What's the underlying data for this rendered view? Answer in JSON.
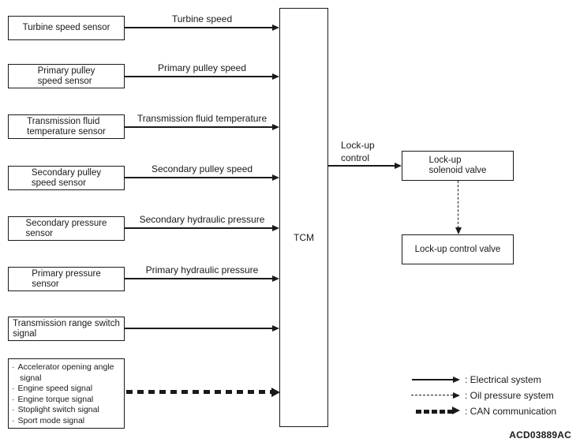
{
  "diagram": {
    "tcm": {
      "label": "TCM"
    },
    "sensors": [
      {
        "label_lines": [
          "Turbine speed sensor"
        ],
        "signal_label": "Turbine speed"
      },
      {
        "label_lines": [
          "Primary pulley",
          "speed sensor"
        ],
        "signal_label": "Primary pulley speed"
      },
      {
        "label_lines": [
          "Transmission fluid",
          "temperature sensor"
        ],
        "signal_label": "Transmission fluid temperature"
      },
      {
        "label_lines": [
          "Secondary pulley",
          "speed sensor"
        ],
        "signal_label": "Secondary pulley speed"
      },
      {
        "label_lines": [
          "Secondary pressure",
          "sensor"
        ],
        "signal_label": "Secondary hydraulic pressure"
      },
      {
        "label_lines": [
          "Primary pressure",
          "sensor"
        ],
        "signal_label": "Primary hydraulic pressure"
      },
      {
        "label_lines": [
          "Transmission range switch",
          "signal"
        ]
      }
    ],
    "can_input_box": {
      "items": [
        "Accelerator opening angle signal",
        "Engine speed signal",
        "Engine torque signal",
        "Stoplight switch signal",
        "Sport mode signal"
      ]
    },
    "lockup": {
      "control_label_lines": [
        "Lock-up",
        "control"
      ],
      "solenoid_valve_lines": [
        "Lock-up",
        "solenoid valve"
      ],
      "control_valve_label": "Lock-up control valve"
    },
    "legend": {
      "entries": [
        {
          "type": "solid-arrow",
          "label": ": Electrical system"
        },
        {
          "type": "dashed-arrow",
          "label": ": Oil pressure system"
        },
        {
          "type": "bold-dashed-arrow",
          "label": ": CAN communication"
        }
      ]
    },
    "figure_code": "ACD03889AC",
    "colors": {
      "line": "#1a1a1a",
      "background": "#ffffff"
    }
  }
}
